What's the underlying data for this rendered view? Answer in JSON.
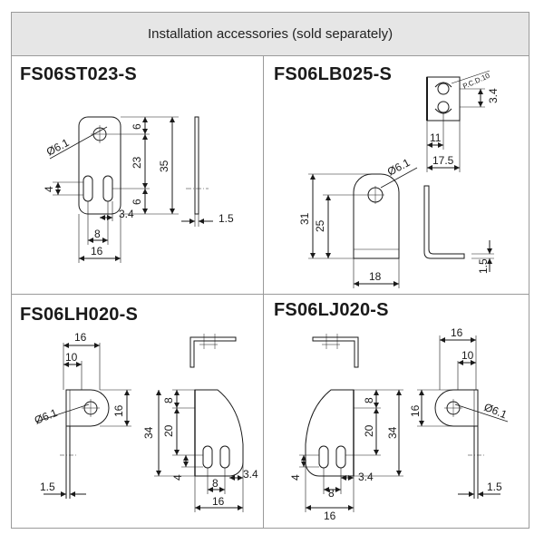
{
  "header": {
    "title": "Installation accessories (sold separately)"
  },
  "panels": [
    {
      "title": "FS06ST023-S",
      "labels": {
        "hole_dia": "Ø6.1",
        "d6_top": "6",
        "d23": "23",
        "d35": "35",
        "d6_bot": "6",
        "d4": "4",
        "d3_4": "3.4",
        "d8": "8",
        "d16": "16",
        "d1_5": "1.5"
      }
    },
    {
      "title": "FS06LB025-S",
      "labels": {
        "pcd": "P.C.D.10",
        "d3_4": "3.4",
        "d11": "11",
        "d17_5": "17.5",
        "hole_dia": "Ø6.1",
        "d31": "31",
        "d25": "25",
        "d18": "18",
        "d1_5": "1.5"
      }
    },
    {
      "title": "FS06LH020-S",
      "labels": {
        "d16_top": "16",
        "d10": "10",
        "hole_dia": "Ø6.1",
        "d16_side": "16",
        "d1_5": "1.5",
        "d8": "8",
        "d34": "34",
        "d20": "20",
        "d4": "4",
        "d3_4": "3.4",
        "d8_bot": "8",
        "d16_bot": "16"
      }
    },
    {
      "title": "FS06LJ020-S",
      "labels": {
        "d16_top": "16",
        "d10": "10",
        "hole_dia": "Ø6.1",
        "d16_side": "16",
        "d1_5": "1.5",
        "d8": "8",
        "d34": "34",
        "d20": "20",
        "d4": "4",
        "d3_4": "3.4",
        "d8_bot": "8",
        "d16_bot": "16"
      }
    }
  ]
}
